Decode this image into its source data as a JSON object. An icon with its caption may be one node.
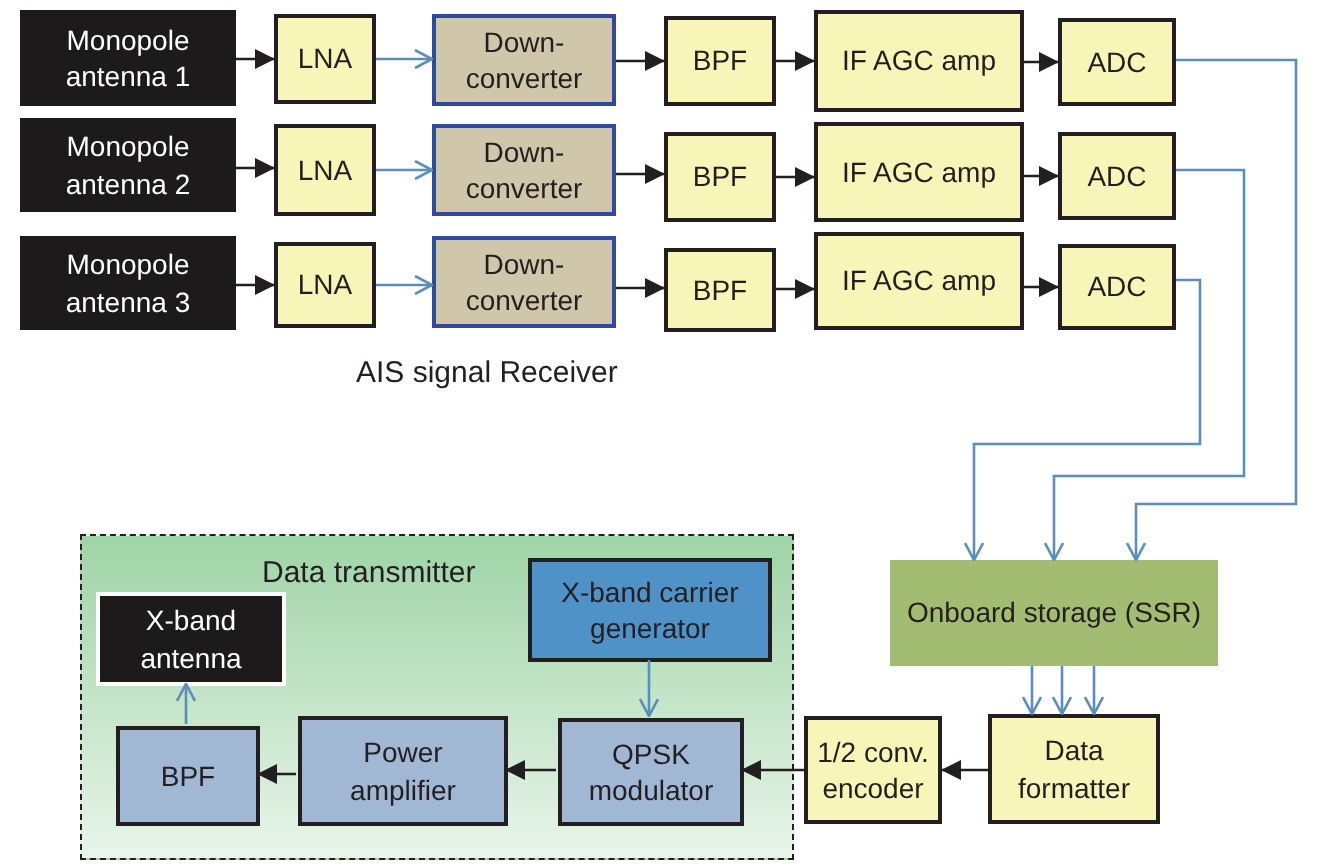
{
  "diagram": {
    "nodes": [
      {
        "text": [
          "Monopole antenna 1"
        ]
      },
      {
        "text": [
          "LNA"
        ]
      },
      {
        "text": [
          "Down-converter"
        ]
      },
      {
        "text": [
          "BPF"
        ]
      },
      {
        "text": [
          "IF AGC amp"
        ]
      },
      {
        "text": [
          "ADC"
        ]
      },
      {
        "text": [
          "Monopole antenna 2"
        ]
      },
      {
        "text": [
          "LNA"
        ]
      },
      {
        "text": [
          "Down-converter"
        ]
      },
      {
        "text": [
          "BPF"
        ]
      },
      {
        "text": [
          "IF AGC amp"
        ]
      },
      {
        "text": [
          "ADC"
        ]
      },
      {
        "text": [
          "Monopole antenna 3"
        ]
      },
      {
        "text": [
          "LNA"
        ]
      },
      {
        "text": [
          "Down-converter"
        ]
      },
      {
        "text": [
          "BPF"
        ]
      },
      {
        "text": [
          "IF AGC amp"
        ]
      },
      {
        "text": [
          "ADC"
        ]
      },
      {
        "text": [
          "Data transmitter"
        ]
      },
      {
        "text": [
          "X-band carrier generator"
        ],
        "in": 18
      },
      {
        "text": [
          "Onboard storage (SSR)"
        ]
      },
      {
        "text": [
          "X-band antenna"
        ],
        "in": 18
      },
      {
        "text": [
          "BPF"
        ],
        "in": 18
      },
      {
        "text": [
          "Power amplifier"
        ],
        "in": 18
      },
      {
        "text": [
          "QPSK modulator"
        ],
        "in": 18
      },
      {
        "text": [
          "1/2 conv. encoder"
        ]
      },
      {
        "text": [
          "Data formatter"
        ]
      }
    ],
    "edges": [
      {
        "from": 0,
        "to": 1,
        "arrow": "to"
      },
      {
        "from": 1,
        "to": 2,
        "arrow": "to",
        "color": "#5b8fba"
      },
      {
        "from": 2,
        "to": 3,
        "arrow": "to"
      },
      {
        "from": 3,
        "to": 4,
        "arrow": "to"
      },
      {
        "from": 4,
        "to": 5,
        "arrow": "to"
      },
      {
        "from": 6,
        "to": 7,
        "arrow": "to"
      },
      {
        "from": 7,
        "to": 8,
        "arrow": "to",
        "color": "#5b8fba"
      },
      {
        "from": 8,
        "to": 9,
        "arrow": "to"
      },
      {
        "from": 9,
        "to": 10,
        "arrow": "to"
      },
      {
        "from": 10,
        "to": 11,
        "arrow": "to"
      },
      {
        "from": 12,
        "to": 13,
        "arrow": "to"
      },
      {
        "from": 13,
        "to": 14,
        "arrow": "to",
        "color": "#5b8fba"
      },
      {
        "from": 14,
        "to": 15,
        "arrow": "to"
      },
      {
        "from": 15,
        "to": 16,
        "arrow": "to"
      },
      {
        "from": 16,
        "to": 17,
        "arrow": "to"
      },
      {
        "from": 5,
        "to": 20,
        "arrow": "to",
        "color": "#5b8fba"
      },
      {
        "from": 11,
        "to": 20,
        "arrow": "to",
        "color": "#5b8fba"
      },
      {
        "from": 17,
        "to": 20,
        "arrow": "to",
        "color": "#5b8fba"
      },
      {
        "from": 20,
        "to": 26,
        "arrow": "to",
        "color": "#5b8fba"
      },
      {
        "from": 20,
        "to": 26,
        "arrow": "to",
        "color": "#5b8fba"
      },
      {
        "from": 20,
        "to": 26,
        "arrow": "to",
        "color": "#5b8fba"
      },
      {
        "from": 26,
        "to": 25,
        "arrow": "to"
      },
      {
        "from": 25,
        "to": 24,
        "arrow": "to"
      },
      {
        "from": 24,
        "to": 23,
        "arrow": "to"
      },
      {
        "from": 23,
        "to": 22,
        "arrow": "to"
      },
      {
        "from": 22,
        "to": 21,
        "arrow": "to",
        "color": "#5b8fba"
      },
      {
        "from": 19,
        "to": 24,
        "arrow": "to",
        "color": "#5b8fba"
      }
    ],
    "labels": [
      "AIS signal Receiver"
    ]
  }
}
